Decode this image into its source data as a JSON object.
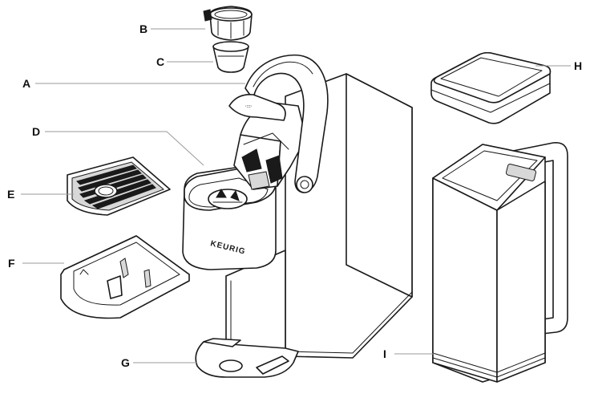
{
  "diagram": {
    "labels": [
      {
        "id": "A",
        "text": "A",
        "part": "brewer-handle"
      },
      {
        "id": "B",
        "text": "B",
        "part": "k-cup-holder-top"
      },
      {
        "id": "C",
        "text": "C",
        "part": "k-cup-holder-funnel"
      },
      {
        "id": "D",
        "text": "D",
        "part": "pod-holder-assembly"
      },
      {
        "id": "E",
        "text": "E",
        "part": "drip-tray-plate"
      },
      {
        "id": "F",
        "text": "F",
        "part": "drip-tray"
      },
      {
        "id": "G",
        "text": "G",
        "part": "brewer-base"
      },
      {
        "id": "H",
        "text": "H",
        "part": "reservoir-lid"
      },
      {
        "id": "I",
        "text": "I",
        "part": "water-reservoir"
      }
    ],
    "brand_text": "KEURIG",
    "colors": {
      "line": "#1a1a1a",
      "leader": "#9a9a9a",
      "background": "#ffffff"
    }
  }
}
